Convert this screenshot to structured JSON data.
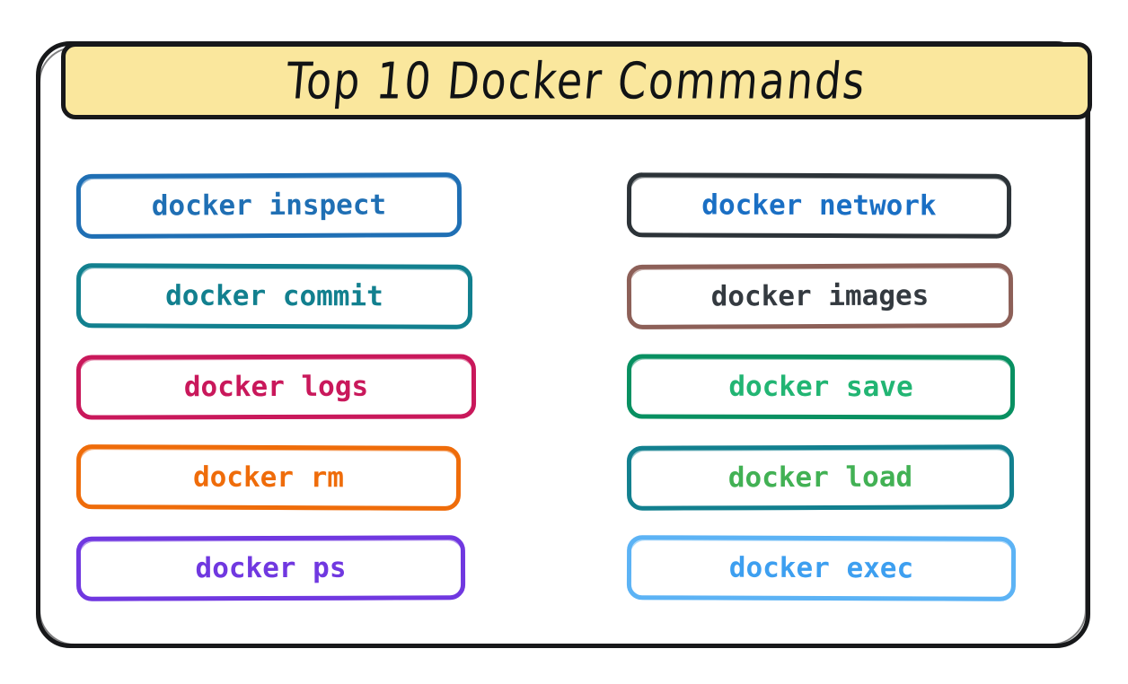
{
  "poster": {
    "title": "Top 10 Docker Commands",
    "banner_color": "#fae79d",
    "frame_color": "#17181a",
    "background": "#ffffff"
  },
  "columns": {
    "left": [
      {
        "command": "docker inspect",
        "border_color": "#1f6fb4",
        "text_color": "#1f6fb4"
      },
      {
        "command": "docker commit",
        "border_color": "#12808f",
        "text_color": "#12808f"
      },
      {
        "command": "docker logs",
        "border_color": "#c9185b",
        "text_color": "#c9185b"
      },
      {
        "command": "docker rm",
        "border_color": "#ef6c0a",
        "text_color": "#ef6c0a"
      },
      {
        "command": "docker ps",
        "border_color": "#7038e0",
        "text_color": "#7038e0"
      }
    ],
    "right": [
      {
        "command": "docker network",
        "border_color": "#2c3338",
        "text_color": "#1a6fc4"
      },
      {
        "command": "docker images",
        "border_color": "#8d6058",
        "text_color": "#343a40"
      },
      {
        "command": "docker save",
        "border_color": "#089061",
        "text_color": "#22b573"
      },
      {
        "command": "docker load",
        "border_color": "#12808f",
        "text_color": "#42b154"
      },
      {
        "command": "docker exec",
        "border_color": "#5cb3f5",
        "text_color": "#3d9ff0"
      }
    ]
  }
}
